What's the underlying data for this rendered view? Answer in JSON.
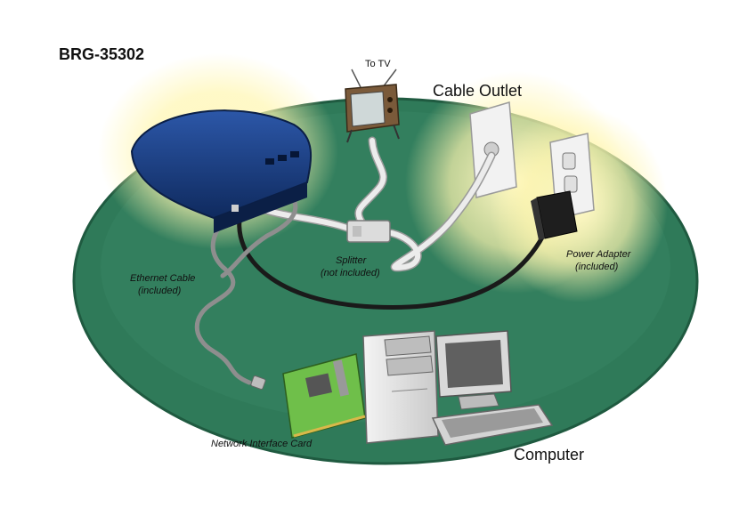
{
  "model": "BRG-35302",
  "labels": {
    "to_tv": "To TV",
    "cable_outlet": "Cable Outlet",
    "splitter_line1": "Splitter",
    "splitter_line2": "(not included)",
    "power_line1": "Power Adapter",
    "power_line2": "(included)",
    "ethernet_line1": "Ethernet Cable",
    "ethernet_line2": "(included)",
    "nic": "Network Interface Card",
    "computer": "Computer"
  },
  "colors": {
    "floor": "#2f7a59",
    "floor_edge": "#1f5a40",
    "glow": "#fff6b0",
    "router": "#1d3f86",
    "coax": "#e6e6e6",
    "power_cable": "#1a1a1a",
    "ethernet": "#8e8e8e",
    "pcb": "#6fbf4a"
  },
  "icons": [
    "router-icon",
    "tv-icon",
    "wall-outlet-icon",
    "power-socket-icon",
    "power-adapter-icon",
    "splitter-icon",
    "computer-tower-icon",
    "monitor-icon",
    "keyboard-icon",
    "network-card-icon"
  ]
}
